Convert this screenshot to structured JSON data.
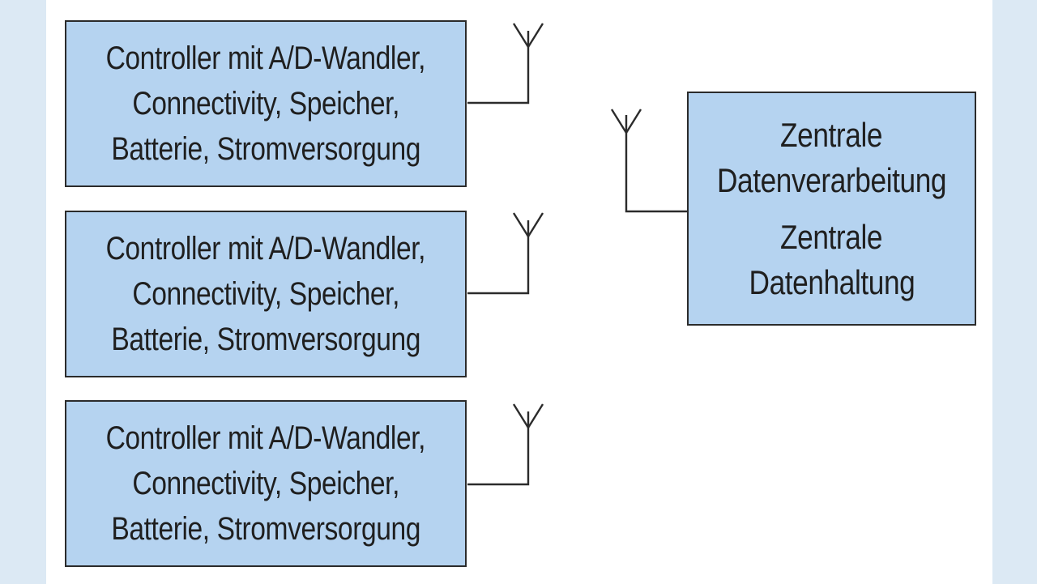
{
  "nodes": [
    {
      "lines": [
        "Controller mit A/D-Wandler,",
        "Connectivity, Speicher,",
        "Batterie, Stromversorgung"
      ]
    },
    {
      "lines": [
        "Controller mit A/D-Wandler,",
        "Connectivity, Speicher,",
        "Batterie, Stromversorgung"
      ]
    },
    {
      "lines": [
        "Controller mit A/D-Wandler,",
        "Connectivity, Speicher,",
        "Batterie, Stromversorgung"
      ]
    }
  ],
  "central": {
    "processing": [
      "Zentrale",
      "Datenverarbeitung"
    ],
    "storage": [
      "Zentrale",
      "Datenhaltung"
    ]
  },
  "colors": {
    "box_fill": "#b5d3f0",
    "border": "#2b2b2b",
    "page_background": "#dce9f4",
    "canvas_background": "#ffffff"
  }
}
